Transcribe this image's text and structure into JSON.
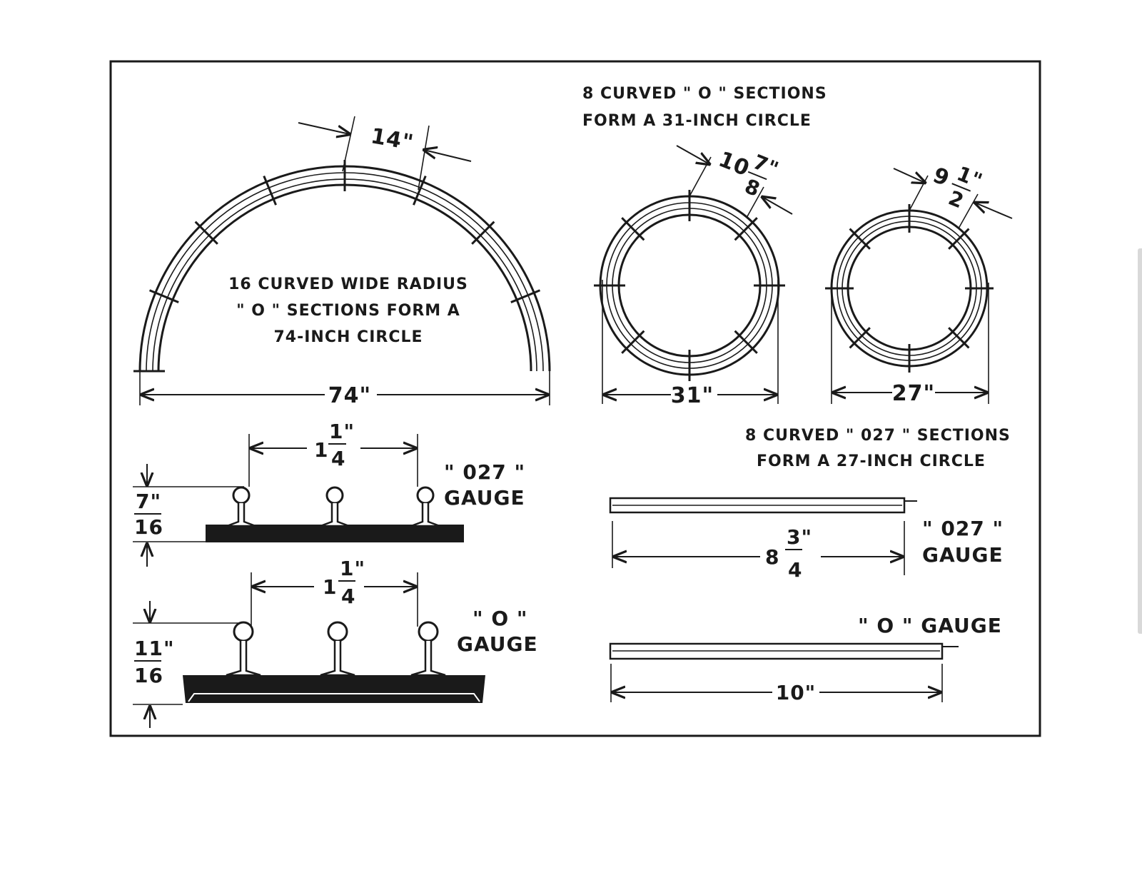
{
  "arc_74": {
    "caption_lines": [
      "16 CURVED WIDE RADIUS",
      "\" O \" SECTIONS  FORM  A",
      "74-INCH CIRCLE"
    ],
    "section_dim": "14\"",
    "diameter": "74\""
  },
  "circle_31": {
    "caption_lines": [
      "8 CURVED \" O \" SECTIONS",
      "FORM A 31-INCH CIRCLE"
    ],
    "section_whole": "10",
    "section_num": "7\"",
    "section_den": "8",
    "diameter": "31\""
  },
  "circle_27": {
    "caption_lines": [
      "8 CURVED \" 027 \" SECTIONS",
      "FORM A 27-INCH CIRCLE"
    ],
    "section_whole": "9",
    "section_num": "1\"",
    "section_den": "2",
    "diameter": "27\""
  },
  "profile_027": {
    "spacing_whole": "1",
    "spacing_num": "1\"",
    "spacing_den": "4",
    "height_num": "7\"",
    "height_den": "16",
    "gauge_lines": [
      "\" 027 \"",
      "GAUGE"
    ]
  },
  "profile_o": {
    "spacing_whole": "1",
    "spacing_num": "1\"",
    "spacing_den": "4",
    "height_num": "11\"",
    "height_den": "16",
    "gauge_lines": [
      "\" O \"",
      "GAUGE"
    ]
  },
  "straight_027": {
    "length_whole": "8",
    "length_num": "3\"",
    "length_den": "4",
    "gauge_lines": [
      "\" 027 \"",
      "GAUGE"
    ]
  },
  "straight_o": {
    "length": "10\"",
    "gauge_label": "\" O \"  GAUGE"
  }
}
